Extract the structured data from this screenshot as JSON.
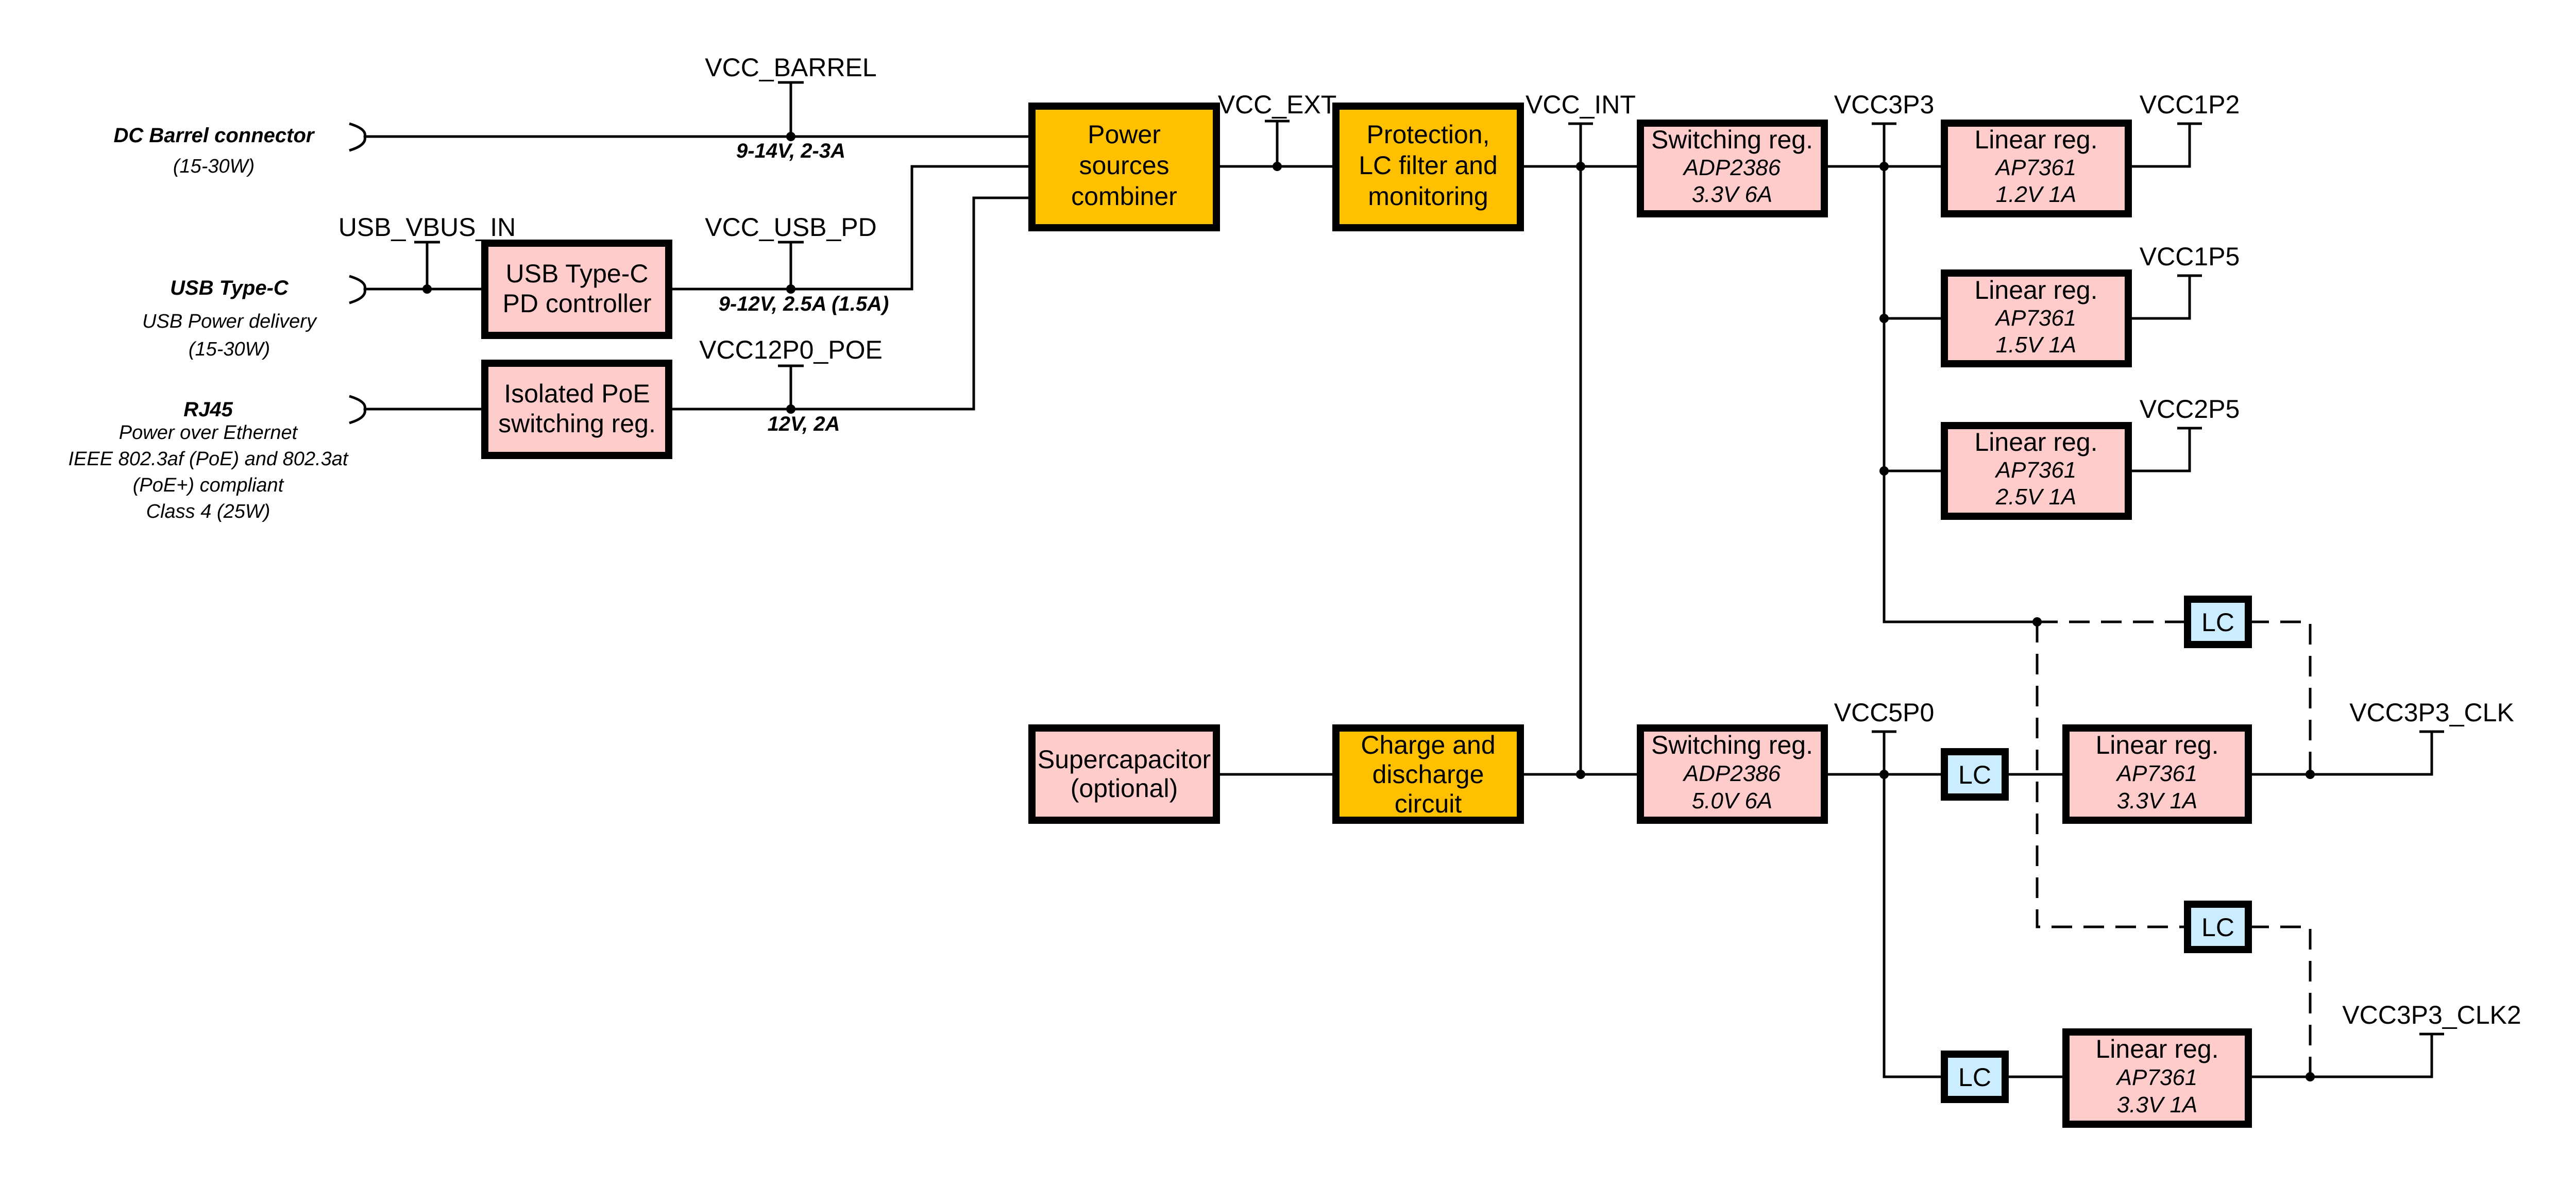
{
  "diagram": {
    "sources": {
      "dc_barrel": {
        "title": "DC Barrel connector",
        "lines": [
          "(15-30W)"
        ]
      },
      "usb_c": {
        "title": "USB Type-C",
        "lines": [
          "USB Power delivery",
          "(15-30W)"
        ]
      },
      "rj45": {
        "title": "RJ45",
        "lines": [
          "Power over Ethernet",
          "IEEE 802.3af (PoE) and 802.3at",
          "(PoE+) compliant",
          "Class 4 (25W)"
        ]
      }
    },
    "nets": {
      "vcc_barrel": "VCC_BARREL",
      "usb_vbus_in": "USB_VBUS_IN",
      "vcc_usb_pd": "VCC_USB_PD",
      "vcc12p0_poe": "VCC12P0_POE",
      "vcc_ext": "VCC_EXT",
      "vcc_int": "VCC_INT",
      "vcc3p3": "VCC3P3",
      "vcc1p2": "VCC1P2",
      "vcc1p5": "VCC1P5",
      "vcc2p5": "VCC2P5",
      "vcc5p0": "VCC5P0",
      "vcc3p3_clk": "VCC3P3_CLK",
      "vcc3p3_clk2": "VCC3P3_CLK2"
    },
    "specs": {
      "barrel": "9-14V, 2-3A",
      "usb_pd": "9-12V, 2.5A (1.5A)",
      "poe": "12V, 2A"
    },
    "blocks": {
      "usb_pd_controller": [
        "USB Type-C",
        "PD controller"
      ],
      "poe_reg": [
        "Isolated PoE",
        "switching reg."
      ],
      "combiner": [
        "Power",
        "sources",
        "combiner"
      ],
      "protection": [
        "Protection,",
        "LC filter and",
        "monitoring"
      ],
      "supercap": [
        "Supercapacitor",
        "(optional)"
      ],
      "charge": [
        "Charge and",
        "discharge",
        "circuit"
      ],
      "sw_3v3": {
        "title": "Switching reg.",
        "part": "ADP2386",
        "rating": "3.3V 6A"
      },
      "sw_5v0": {
        "title": "Switching reg.",
        "part": "ADP2386",
        "rating": "5.0V 6A"
      },
      "lin_1v2": {
        "title": "Linear reg.",
        "part": "AP7361",
        "rating": "1.2V 1A"
      },
      "lin_1v5": {
        "title": "Linear reg.",
        "part": "AP7361",
        "rating": "1.5V 1A"
      },
      "lin_2v5": {
        "title": "Linear reg.",
        "part": "AP7361",
        "rating": "2.5V 1A"
      },
      "lin_clk": {
        "title": "Linear reg.",
        "part": "AP7361",
        "rating": "3.3V 1A"
      },
      "lin_clk2": {
        "title": "Linear reg.",
        "part": "AP7361",
        "rating": "3.3V 1A"
      },
      "lc_label": "LC"
    },
    "colors": {
      "orange_block": "#FFC000",
      "pink_block": "#FFCCCC",
      "blue_filter": "#CCECFF"
    }
  }
}
